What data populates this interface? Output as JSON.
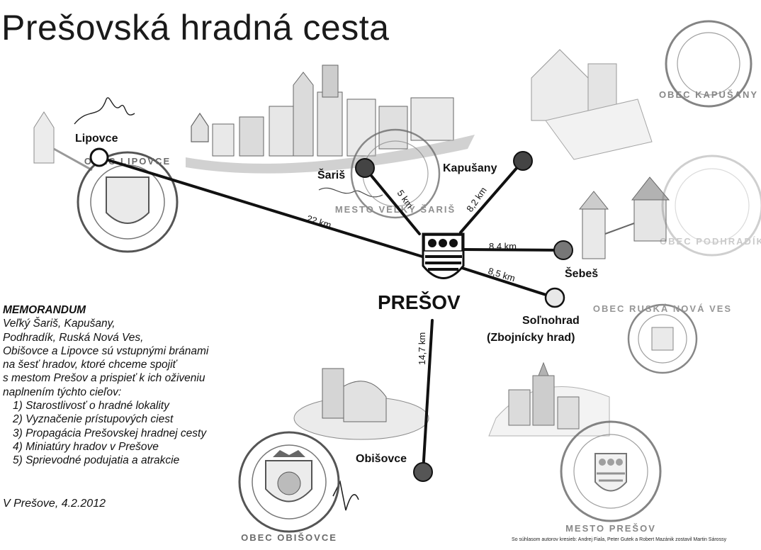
{
  "title": "Prešovská hradná cesta",
  "center": {
    "name": "PREŠOV",
    "shield_colors": [
      "#ffffff",
      "#555555"
    ]
  },
  "nodes": [
    {
      "id": "lipovce",
      "label": "Lipovce",
      "distance": "22 km",
      "fill": "#ffffff"
    },
    {
      "id": "saris",
      "label": "Šariš",
      "distance": "5 km",
      "fill": "#444444"
    },
    {
      "id": "kapusany",
      "label": "Kapušany",
      "distance": "8,2 km",
      "fill": "#444444"
    },
    {
      "id": "sebes",
      "label": "Šebeš",
      "distance": "8,4 km",
      "fill": "#777777"
    },
    {
      "id": "solnohrad",
      "label": "Soľnohrad",
      "label2": "(Zbojnícky hrad)",
      "distance": "8,5 km",
      "fill": "#e8e8e8"
    },
    {
      "id": "obisovce",
      "label": "Obišovce",
      "distance": "14,7 km",
      "fill": "#555555"
    }
  ],
  "stamps": {
    "lipovce": "OBEC LIPOVCE",
    "saris": "MESTO VEĽKÝ ŠARIŠ",
    "kapusany": "OBEC KAPUŠANY",
    "podhradik": "OBEC PODHRADÍK",
    "ruska_nova_ves": "OBEC RUSKÁ NOVÁ VES",
    "obisovce": "OBEC OBIŠOVCE",
    "presov": "MESTO PREŠOV"
  },
  "memorandum": {
    "heading": "MEMORANDUM",
    "body": "Veľký Šariš, Kapušany,\nPodhradík, Ruská Nová Ves,\nObišovce a Lipovce sú vstupnými bránami\nna šesť hradov, ktoré chceme spojiť\ns mestom Prešov a prispieť k ich oživeniu\nnaplnením týchto cieľov:",
    "goals": [
      "1) Starostlivosť o hradné lokality",
      "2) Vyznačenie prístupových ciest",
      "3) Propagácia Prešovskej hradnej cesty",
      "4) Miniatúry hradov v Prešove",
      "5) Sprievodné podujatia a atrakcie"
    ]
  },
  "place_date": "V Prešove, 4.2.2012",
  "credits": "So súhlasom autorov kresieb: Andrej Fiala, Peter Gutek a Robert Mazánik zostavil Martin Sárossy"
}
